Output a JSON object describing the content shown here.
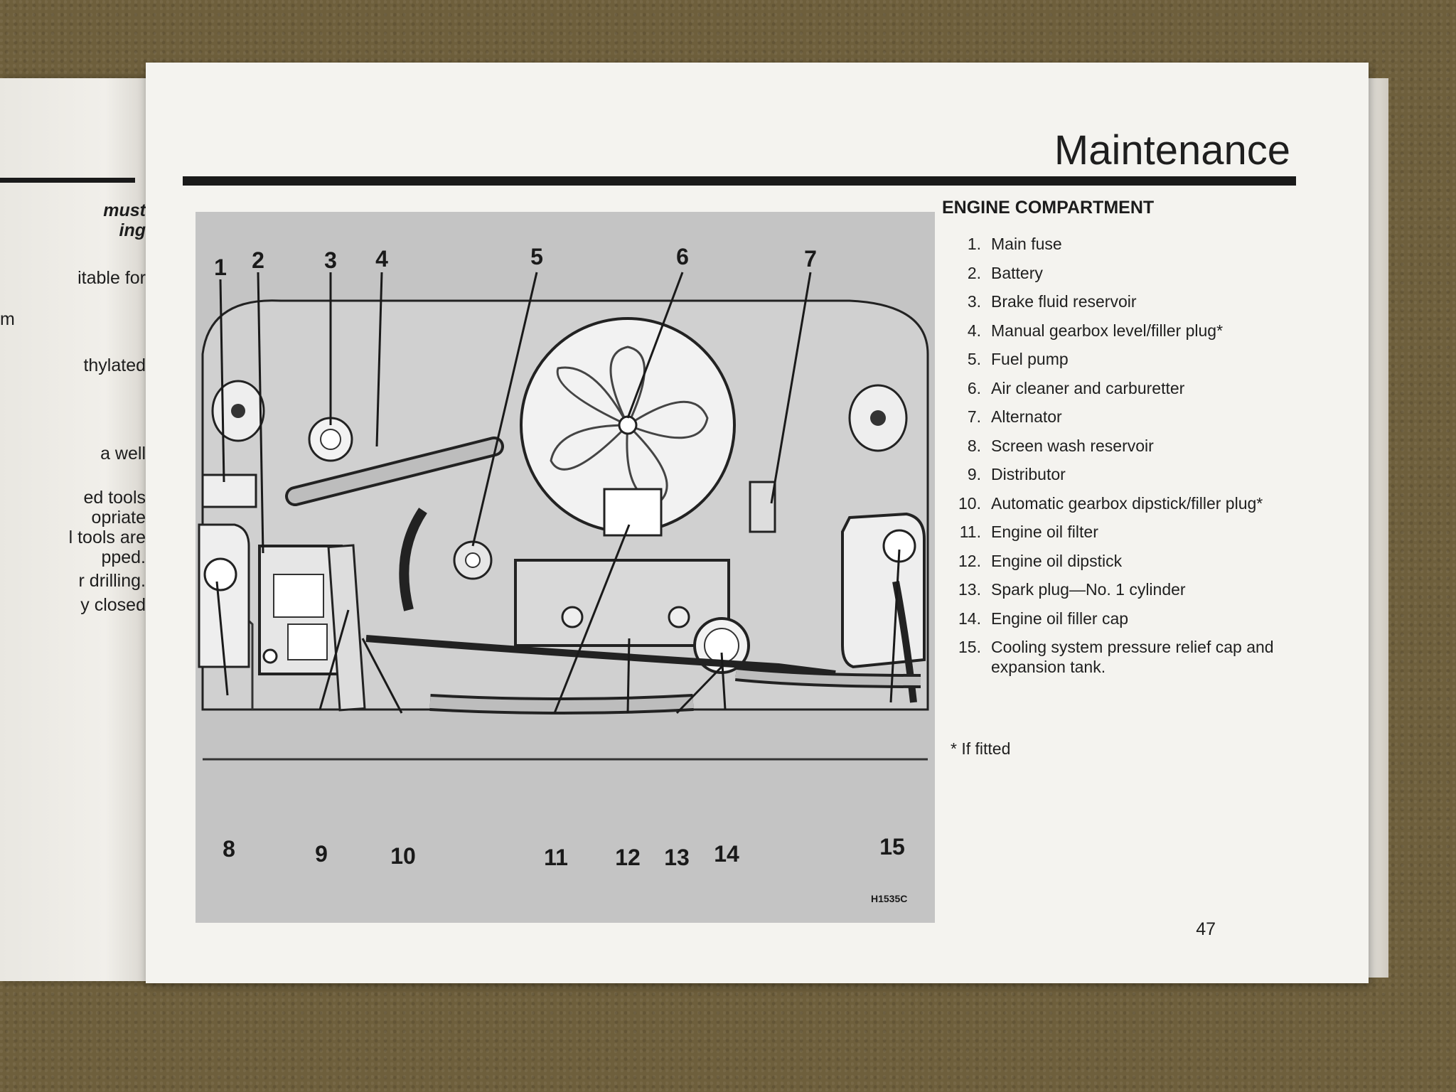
{
  "left_page": {
    "fragments": [
      {
        "text": "must",
        "bold": true
      },
      {
        "text": "ing",
        "bold": true
      },
      {
        "text": "itable for",
        "bold": false
      },
      {
        "text": "m",
        "bold": false
      },
      {
        "text": "thylated",
        "bold": false
      },
      {
        "text": "a well",
        "bold": false
      },
      {
        "text": "ed tools",
        "bold": false
      },
      {
        "text": "opriate",
        "bold": false
      },
      {
        "text": "l tools are",
        "bold": false
      },
      {
        "text": "pped.",
        "bold": false
      },
      {
        "text": "r drilling.",
        "bold": false
      },
      {
        "text": "y closed",
        "bold": false
      }
    ]
  },
  "header": {
    "section_title": "Maintenance"
  },
  "figure": {
    "code": "H1535C",
    "callouts": [
      "1",
      "2",
      "3",
      "4",
      "5",
      "6",
      "7",
      "8",
      "9",
      "10",
      "11",
      "12",
      "13",
      "14",
      "15"
    ]
  },
  "legend": {
    "title": "ENGINE COMPARTMENT",
    "items": [
      {
        "num": "1.",
        "text": "Main fuse"
      },
      {
        "num": "2.",
        "text": "Battery"
      },
      {
        "num": "3.",
        "text": "Brake fluid reservoir"
      },
      {
        "num": "4.",
        "text": "Manual gearbox level/filler plug*"
      },
      {
        "num": "5.",
        "text": "Fuel pump"
      },
      {
        "num": "6.",
        "text": "Air cleaner and carburetter"
      },
      {
        "num": "7.",
        "text": "Alternator"
      },
      {
        "num": "8.",
        "text": "Screen wash reservoir"
      },
      {
        "num": "9.",
        "text": "Distributor"
      },
      {
        "num": "10.",
        "text": "Automatic gearbox dipstick/filler plug*"
      },
      {
        "num": "11.",
        "text": "Engine oil filter"
      },
      {
        "num": "12.",
        "text": "Engine oil dipstick"
      },
      {
        "num": "13.",
        "text": "Spark plug—No. 1 cylinder"
      },
      {
        "num": "14.",
        "text": "Engine oil filler cap"
      },
      {
        "num": "15.",
        "text": "Cooling system pressure relief cap and expansion tank."
      }
    ],
    "footnote": "* If fitted"
  },
  "page_number": "47"
}
